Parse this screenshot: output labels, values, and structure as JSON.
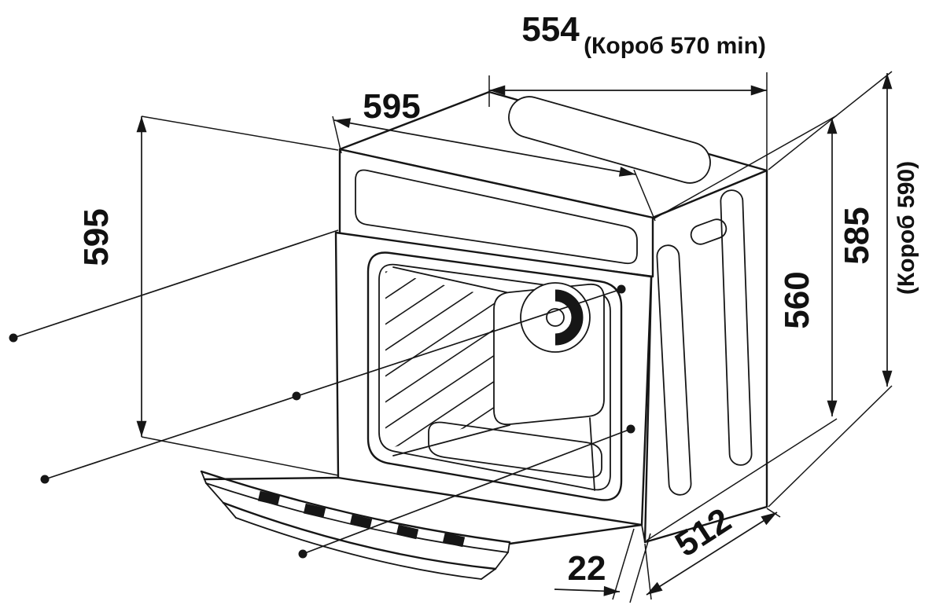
{
  "diagram": {
    "kind": "built-in oven installation drawing",
    "colors": {
      "ink": "#161616",
      "paper": "#ffffff"
    },
    "dims": {
      "top_width": "554",
      "top_width_note": "(Короб 570 min)",
      "front_width": "595",
      "front_height": "595",
      "niche_height": "560",
      "overall_height": "585",
      "overall_height_note": "(Короб 590)",
      "door_offset": "22",
      "depth": "512"
    }
  }
}
